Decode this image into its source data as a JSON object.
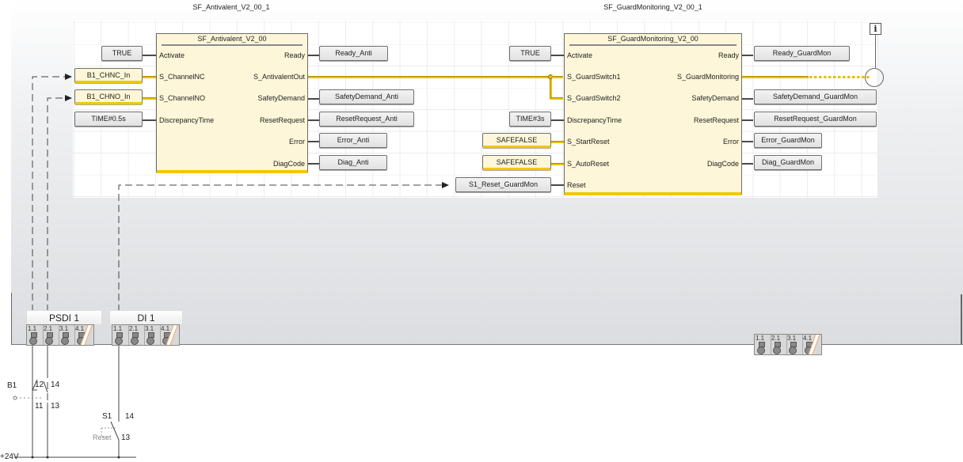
{
  "blocks": {
    "antivalent": {
      "instance": "SF_Antivalent_V2_00_1",
      "type": "SF_Antivalent_V2_00",
      "inputs": [
        "Activate",
        "S_ChannelNC",
        "S_ChannelNO",
        "DiscrepancyTime"
      ],
      "outputs": [
        "Ready",
        "S_AntivalentOut",
        "SafetyDemand",
        "ResetRequest",
        "Error",
        "DiagCode"
      ],
      "input_vars": [
        "TRUE",
        "B1_CHNC_In",
        "B1_CHNO_In",
        "TIME#0.5s"
      ],
      "output_vars": [
        "Ready_Anti",
        "SafetyDemand_Anti",
        "ResetRequest_Anti",
        "Error_Anti",
        "Diag_Anti"
      ]
    },
    "guardmon": {
      "instance": "SF_GuardMonitoring_V2_00_1",
      "type": "SF_GuardMonitoring_V2_00",
      "inputs": [
        "Activate",
        "S_GuardSwitch1",
        "S_GuardSwitch2",
        "DiscrepancyTime",
        "S_StartReset",
        "S_AutoReset",
        "Reset"
      ],
      "outputs": [
        "Ready",
        "S_GuardMonitoring",
        "SafetyDemand",
        "ResetRequest",
        "Error",
        "DiagCode"
      ],
      "input_vars": [
        "TRUE",
        "TIME#3s",
        "SAFEFALSE",
        "SAFEFALSE",
        "S1_Reset_GuardMon"
      ],
      "output_vars": [
        "Ready_GuardMon",
        "SafetyDemand_GuardMon",
        "ResetRequest_GuardMon",
        "Error_GuardMon",
        "Diag_GuardMon"
      ]
    }
  },
  "info_icon": "i",
  "modules": [
    {
      "label": "PSDI 1",
      "terminals": [
        "1.1",
        "2.1",
        "3.1",
        "4.1"
      ]
    },
    {
      "label": "DI 1",
      "terminals": [
        "1.1",
        "2.1",
        "3.1",
        "4.1"
      ]
    },
    {
      "label": "",
      "terminals": [
        "1.1",
        "2.1",
        "3.1",
        "4.1"
      ]
    }
  ],
  "wiring": {
    "b1_label": "B1",
    "b1_contacts": [
      "12",
      "14",
      "11",
      "13"
    ],
    "s1_label": "S1",
    "s1_contacts": [
      "14",
      "13"
    ],
    "s1_button": "Reset",
    "supply": "+24V"
  },
  "colors": {
    "safe_wire": "#e8c000",
    "block_fill": "#fdf6d8"
  }
}
